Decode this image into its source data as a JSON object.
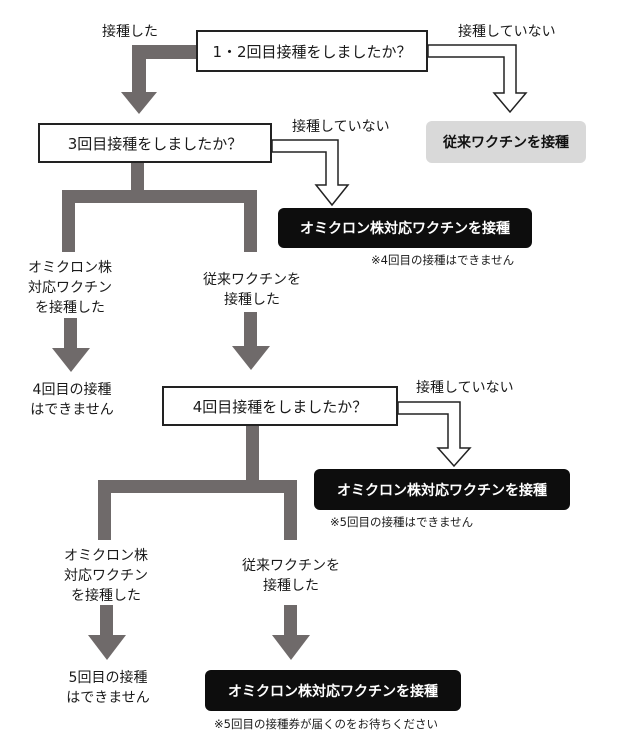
{
  "questions": {
    "q1": "1・2回目接種をしましたか？",
    "q2": "3回目接種をしましたか？",
    "q3": "4回目接種をしましたか？"
  },
  "edges": {
    "q1_yes": "接種した",
    "q1_no": "接種していない",
    "q2_no": "接種していない",
    "q2_omicron_line1": "オミクロン株",
    "q2_omicron_line2": "対応ワクチン",
    "q2_omicron_line3": "を接種した",
    "q2_conv_line1": "従来ワクチンを",
    "q2_conv_line2": "接種した",
    "q3_no": "接種していない",
    "q3_omicron_line1": "オミクロン株",
    "q3_omicron_line2": "対応ワクチン",
    "q3_omicron_line3": "を接種した",
    "q3_conv_line1": "従来ワクチンを",
    "q3_conv_line2": "接種した"
  },
  "results": {
    "conventional": "従来ワクチンを接種",
    "omicron_1": "オミクロン株対応ワクチンを接種",
    "omicron_2": "オミクロン株対応ワクチンを接種",
    "omicron_3": "オミクロン株対応ワクチンを接種"
  },
  "notes": {
    "note_4th": "※4回目の接種はできません",
    "note_5th": "※5回目の接種はできません",
    "note_5th_ticket": "※5回目の接種券が届くのをお待ちください"
  },
  "outcomes": {
    "no4_line1": "4回目の接種",
    "no4_line2": "はできません",
    "no5_line1": "5回目の接種",
    "no5_line2": "はできません"
  },
  "colors": {
    "gray_arrow": "#6f6a6a",
    "black_box": "#0d0d0d",
    "gray_box": "#d9d9d9"
  }
}
